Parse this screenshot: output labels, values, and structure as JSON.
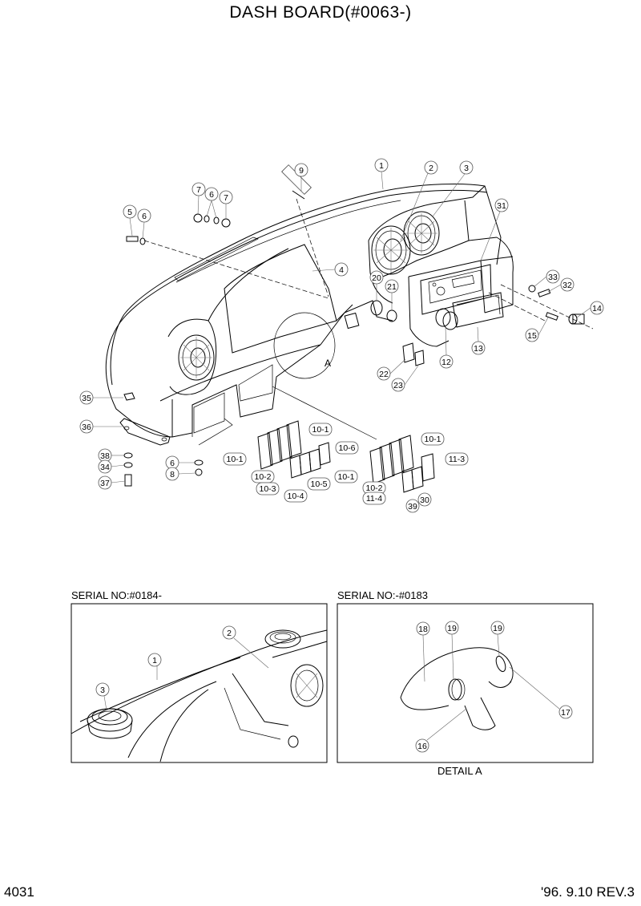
{
  "page": {
    "title": "DASH BOARD(#0063-)",
    "page_number": "4031",
    "revision": "'96. 9.10  REV.3"
  },
  "main_diagram": {
    "detail_marker": "A",
    "callouts": [
      "9",
      "1",
      "2",
      "3",
      "7",
      "6",
      "7",
      "5",
      "6",
      "31",
      "4",
      "33",
      "32",
      "14",
      "20",
      "21",
      "15",
      "13",
      "12",
      "22",
      "23",
      "35",
      "36",
      "10-1",
      "10-6",
      "10-1",
      "10-1",
      "10-2",
      "10-3",
      "10-5",
      "10-4",
      "38",
      "34",
      "37",
      "6",
      "8",
      "10-1",
      "10-2",
      "11-3",
      "11-4",
      "39",
      "30"
    ]
  },
  "inset_left": {
    "caption": "SERIAL NO:#0184-",
    "callouts": [
      "2",
      "1",
      "3"
    ]
  },
  "inset_right": {
    "caption": "SERIAL NO:-#0183",
    "callouts": [
      "18",
      "19",
      "19",
      "17",
      "16"
    ],
    "detail_caption": "DETAIL A"
  }
}
